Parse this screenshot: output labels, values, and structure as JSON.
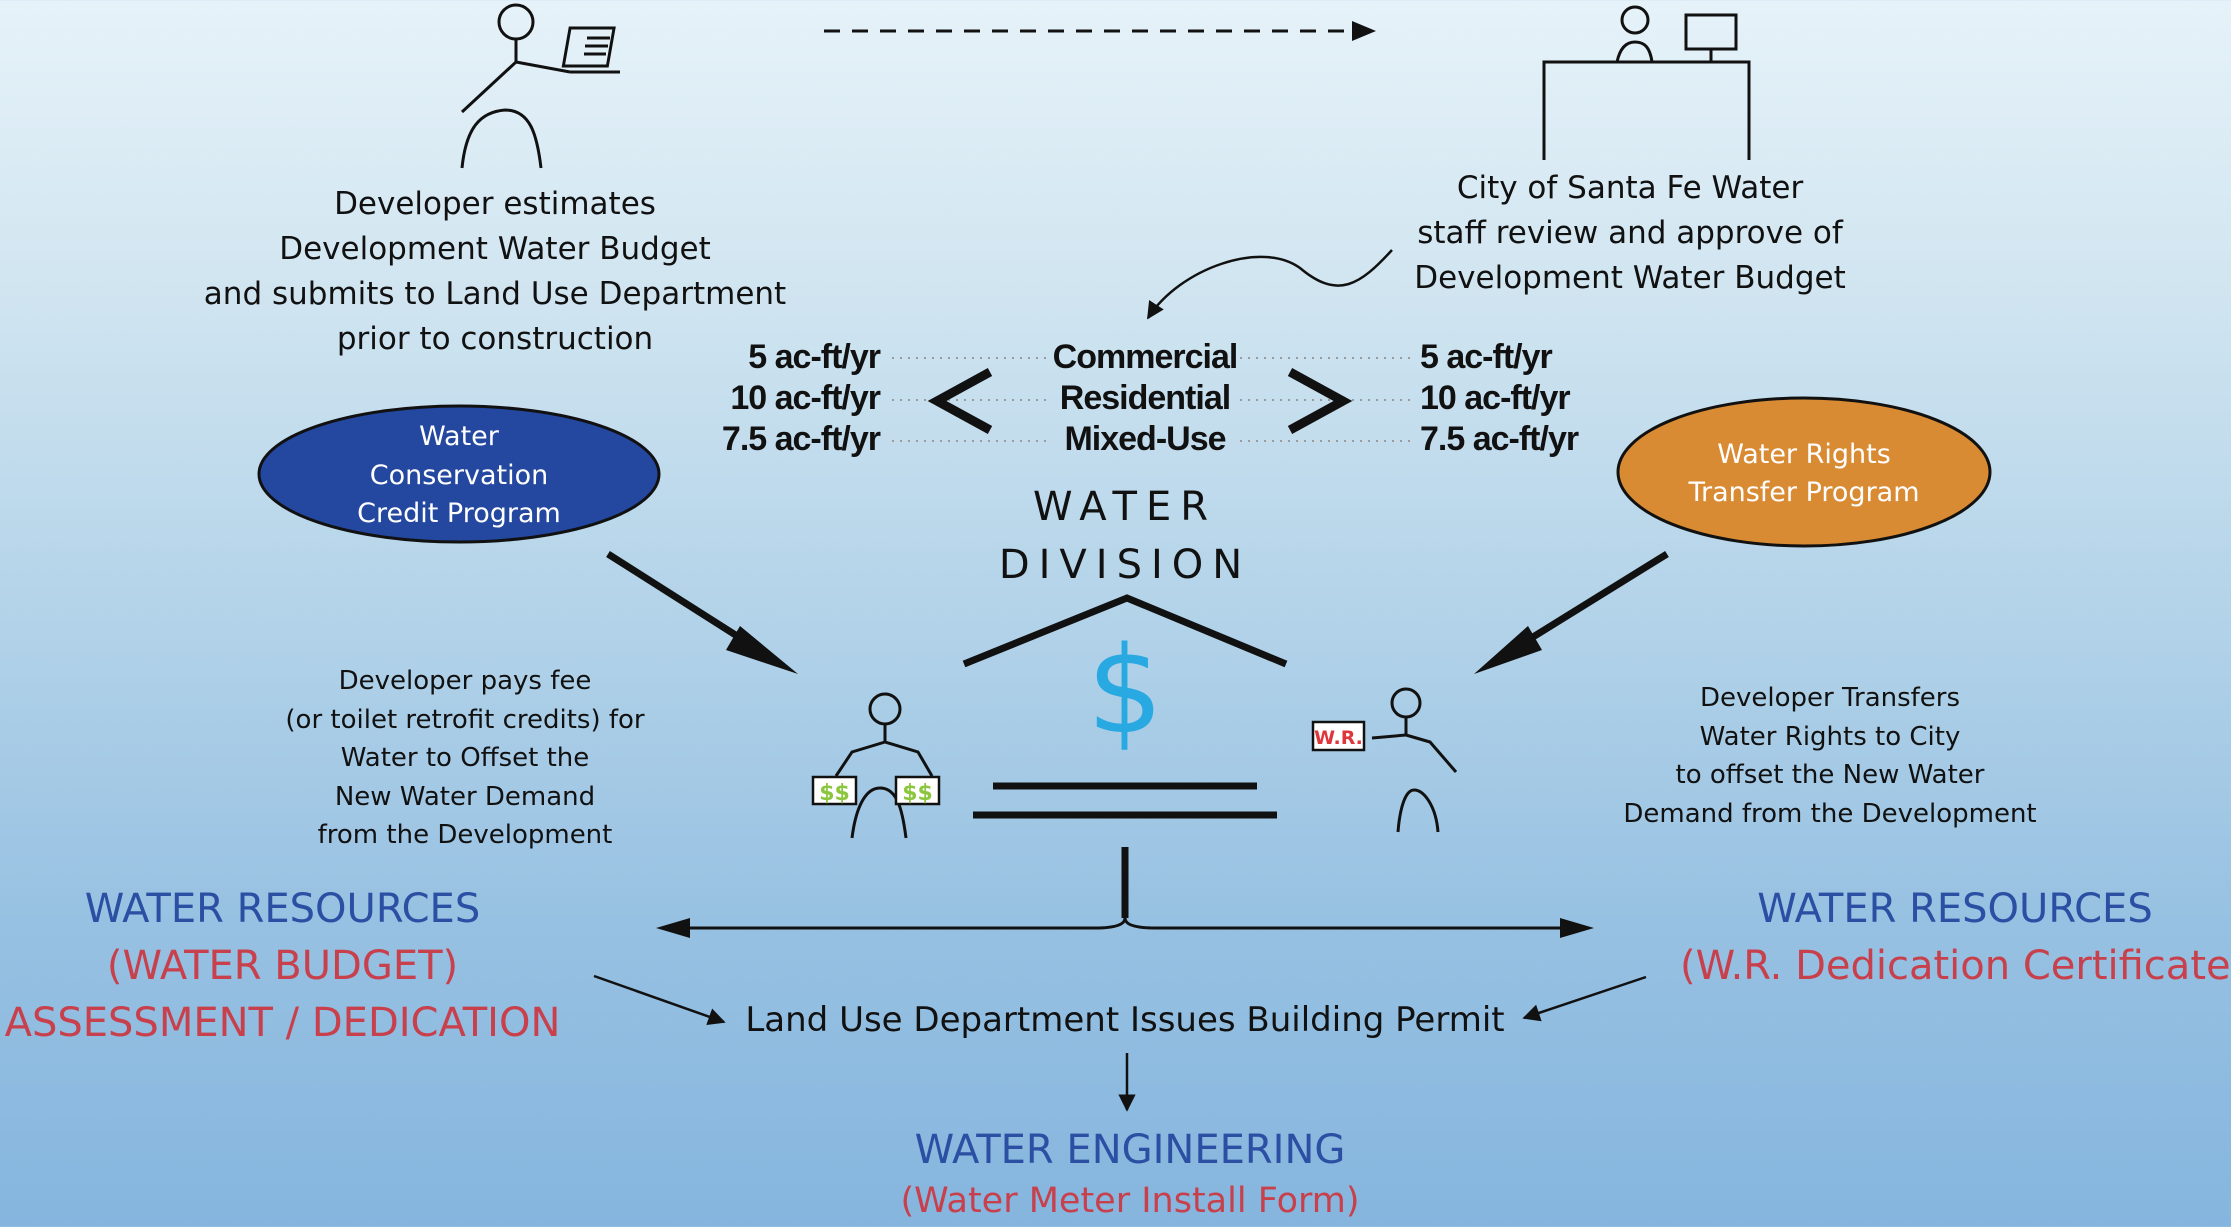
{
  "developer_step": {
    "lines": [
      "Developer estimates",
      "Development Water Budget",
      "and submits to Land Use Department",
      "prior to construction"
    ]
  },
  "staff_step": {
    "lines": [
      "City of Santa Fe Water",
      "staff review and approve of",
      "Development Water Budget"
    ]
  },
  "budget_table": {
    "left_values": [
      "5 ac-ft/yr",
      "10 ac-ft/yr",
      "7.5 ac-ft/yr"
    ],
    "categories": [
      "Commercial",
      "Residential",
      "Mixed-Use"
    ],
    "right_values": [
      "5 ac-ft/yr",
      "10 ac-ft/yr",
      "7.5 ac-ft/yr"
    ]
  },
  "water_division": {
    "line1": "WATER",
    "line2": "DIVISION"
  },
  "conservation_program": {
    "lines": [
      "Water",
      "Conservation",
      "Credit Program"
    ],
    "color": "#2448a0"
  },
  "rights_program": {
    "lines": [
      "Water Rights",
      "Transfer Program"
    ],
    "color": "#d98b34"
  },
  "fee_step": {
    "lines": [
      "Developer pays fee",
      "(or toilet retrofit credits) for",
      "Water to Offset the",
      "New Water Demand",
      "from the Development"
    ]
  },
  "transfer_step": {
    "lines": [
      "Developer Transfers",
      "Water Rights to City",
      "to offset the New Water",
      "Demand from the Development"
    ]
  },
  "icons": {
    "dollar_sign": "$",
    "money_bag_label": "$$",
    "rights_sign_label": "W.R."
  },
  "left_resources": {
    "title": "WATER RESOURCES",
    "line2": "(WATER BUDGET)",
    "line3": "ASSESSMENT / DEDICATION"
  },
  "right_resources": {
    "title": "WATER RESOURCES",
    "line2": "(W.R. Dedication Certificate)"
  },
  "permit": {
    "label": "Land Use Department Issues Building Permit"
  },
  "engineering": {
    "title": "WATER ENGINEERING",
    "subtitle": "(Water Meter Install Form)"
  },
  "colors": {
    "heading_blue": "#2b4fa3",
    "heading_red": "#c8404c",
    "dollar_cyan": "#29a9e1",
    "money_green": "#8cc63f",
    "rights_red": "#e0353a"
  }
}
